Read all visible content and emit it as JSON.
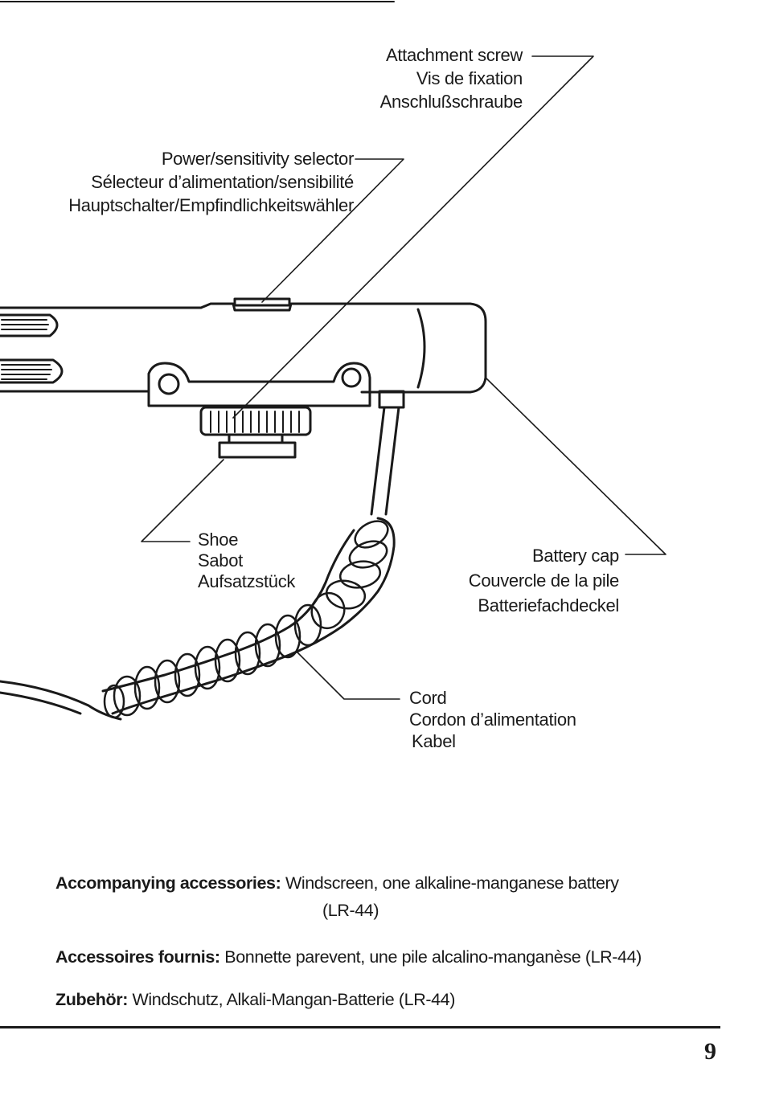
{
  "labels": {
    "attachment_screw": [
      "Attachment screw",
      "Vis de fixation",
      "Anschlußschraube"
    ],
    "power_selector": [
      "Power/sensitivity selector",
      "Sélecteur d’alimentation/sensibilité",
      "Hauptschalter/Empfindlichkeitswähler"
    ],
    "shoe": [
      "Shoe",
      "Sabot",
      "Aufsatzstück"
    ],
    "battery_cap": [
      "Battery cap",
      "Couvercle de la pile",
      "Batteriefachdeckel"
    ],
    "cord": [
      "Cord",
      "Cordon d’alimentation",
      "Kabel"
    ]
  },
  "accessories": {
    "en_label": "Accompanying accessories:",
    "en_text": "Windscreen, one alkaline-manganese battery",
    "en_text_cont": "(LR-44)",
    "fr_label": "Accessoires fournis:",
    "fr_text": "Bonnette parevent, une pile alcalino-manganèse (LR-44)",
    "de_label": "Zubehör:",
    "de_text": "Windschutz, Alkali-Mangan-Batterie (LR-44)"
  },
  "page_number": "9"
}
